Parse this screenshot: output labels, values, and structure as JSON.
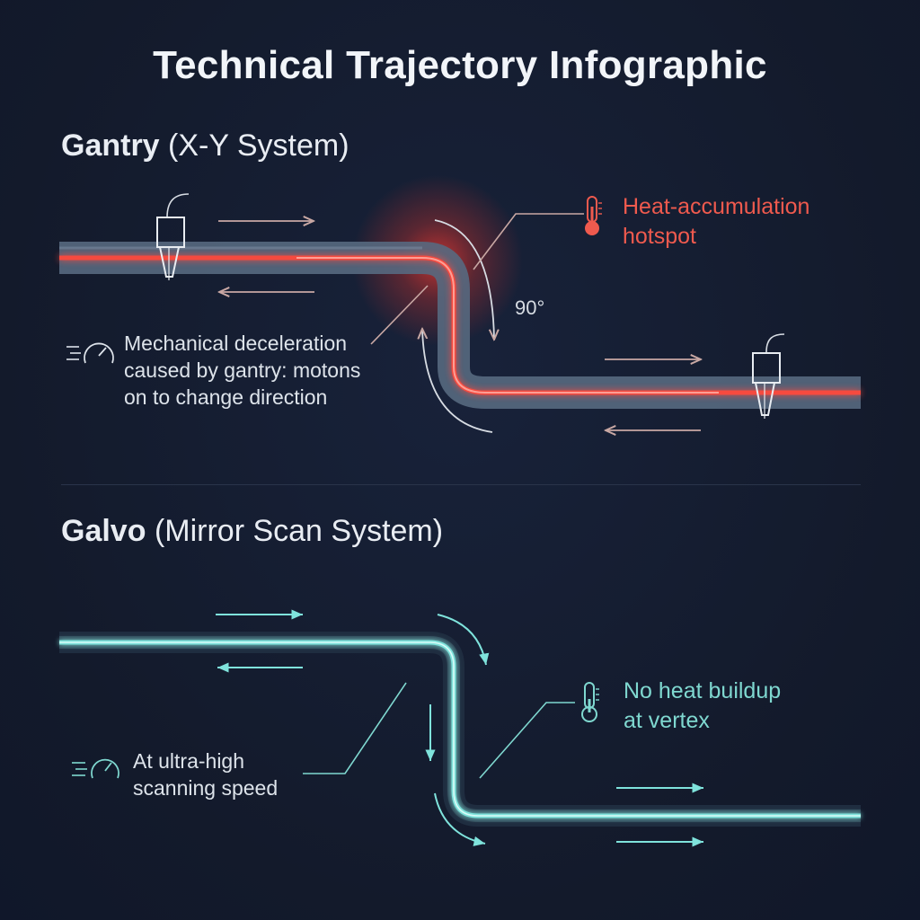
{
  "title": "Technical Trajectory Infographic",
  "gantry": {
    "name": "Gantry",
    "subtitle": "(X-Y System)",
    "hotspot_label_line1": "Heat-accumulation",
    "hotspot_label_line2": "hotspot",
    "angle_label": "90°",
    "note_line1": "Mechanical deceleration",
    "note_line2": "caused by gantry: motons",
    "note_line3": "on to change direction",
    "path_color": "#5d7189",
    "beam_color": "#ff4a3d",
    "icons": [
      "laser-head-icon",
      "thermometer-icon",
      "speedometer-icon"
    ]
  },
  "galvo": {
    "name": "Galvo",
    "subtitle": "(Mirror Scan System)",
    "callout_line1": "No heat buildup",
    "callout_line2": "at vertex",
    "note_line1": "At ultra-high",
    "note_line2": "scanning speed",
    "beam_color": "#7fe3dc",
    "icons": [
      "thermometer-icon",
      "speedometer-icon"
    ]
  },
  "colors": {
    "background": "#131a2b",
    "hot": "#ef5a4e",
    "cool": "#7fd8d0",
    "arrow_muted": "#c9a8a4"
  }
}
